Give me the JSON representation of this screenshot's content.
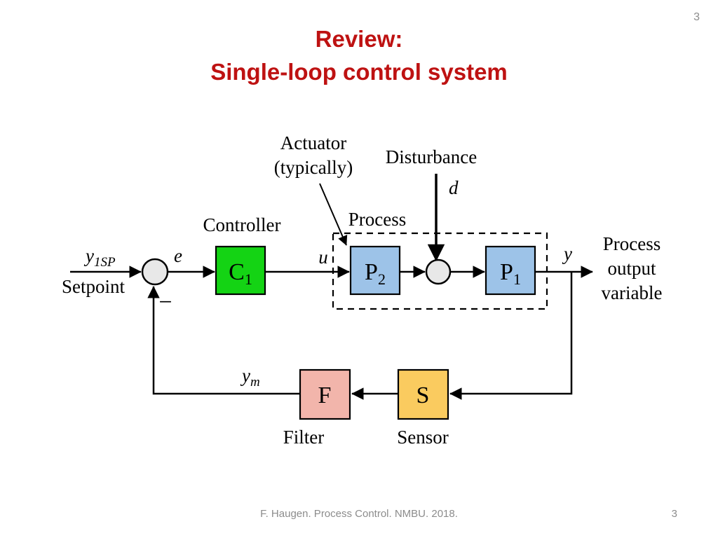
{
  "slide": {
    "corner_page_number": "3",
    "title_line1": "Review:",
    "title_line2": "Single-loop control system",
    "footer_text": "F. Haugen. Process Control. NMBU. 2018.",
    "footer_page_number": "3"
  },
  "diagram": {
    "labels": {
      "setpoint_var": "y",
      "setpoint_var_sub": "1SP",
      "setpoint_caption": "Setpoint",
      "error_var": "e",
      "minus_sign": "−",
      "controller_caption": "Controller",
      "controller_letter": "C",
      "controller_letter_sub": "1",
      "control_var": "u",
      "actuator_caption_line1": "Actuator",
      "actuator_caption_line2": "(typically)",
      "disturbance_caption": "Disturbance",
      "disturbance_var": "d",
      "process_caption": "Process",
      "p2_letter": "P",
      "p2_letter_sub": "2",
      "p1_letter": "P",
      "p1_letter_sub": "1",
      "output_var": "y",
      "output_caption_line1": "Process",
      "output_caption_line2": "output",
      "output_caption_line3": "variable",
      "measurement_var": "y",
      "measurement_var_sub": "m",
      "filter_letter": "F",
      "filter_caption": "Filter",
      "sensor_letter": "S",
      "sensor_caption": "Sensor"
    },
    "colors": {
      "title_red": "#BE1212",
      "controller_fill": "#14D314",
      "process_fill": "#9DC3E8",
      "filter_fill": "#F2B5AB",
      "sensor_fill": "#FACB5F",
      "junction_fill": "#E8E8E8",
      "line_stroke": "#000000",
      "footer_gray": "#8C8C8C"
    }
  }
}
